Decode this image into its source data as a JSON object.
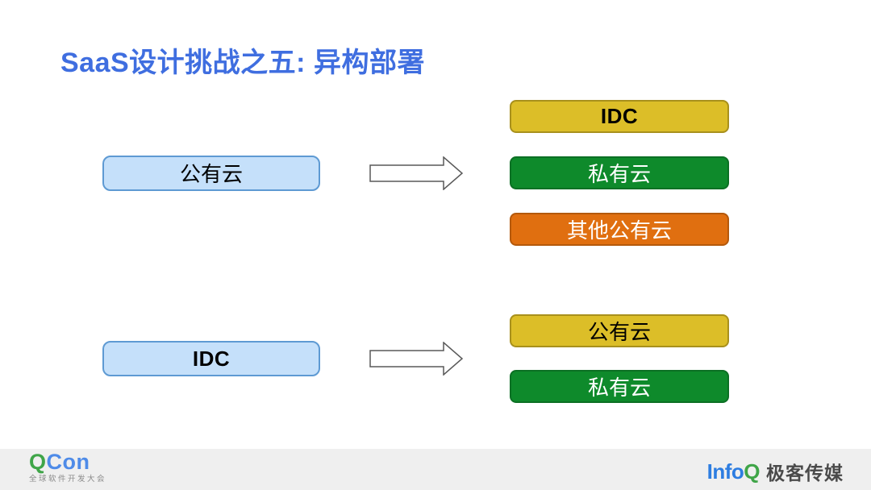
{
  "slide": {
    "title": "SaaS设计挑战之五: 异构部署",
    "title_color": "#3F6EE0",
    "background": "#FFFFFF"
  },
  "colors": {
    "source_fill": "#C5E0FA",
    "source_border": "#5E9AD3",
    "gold_fill": "#DCBE28",
    "gold_border": "#A8901C",
    "green_fill": "#0E8A2B",
    "green_border": "#0C7024",
    "orange_fill": "#E06F10",
    "orange_border": "#B4590C",
    "arrow_outline": "#595959",
    "arrow_fill": "#FFFFFF"
  },
  "groups": [
    {
      "source": {
        "label": "公有云",
        "bg": "#C5E0FA",
        "border": "#5E9AD3",
        "text_color": "#000000"
      },
      "arrow": "right-block-arrow",
      "targets": [
        {
          "label": "IDC",
          "bg": "#DCBE28",
          "border": "#A8901C",
          "text_color": "#000000"
        },
        {
          "label": "私有云",
          "bg": "#0E8A2B",
          "border": "#0C7024",
          "text_color": "#FFFFFF"
        },
        {
          "label": "其他公有云",
          "bg": "#E06F10",
          "border": "#B4590C",
          "text_color": "#FFFFFF"
        }
      ]
    },
    {
      "source": {
        "label": "IDC",
        "bg": "#C5E0FA",
        "border": "#5E9AD3",
        "text_color": "#000000"
      },
      "arrow": "right-block-arrow",
      "targets": [
        {
          "label": "公有云",
          "bg": "#DCBE28",
          "border": "#A8901C",
          "text_color": "#000000"
        },
        {
          "label": "私有云",
          "bg": "#0E8A2B",
          "border": "#0C7024",
          "text_color": "#FFFFFF"
        }
      ]
    }
  ],
  "footer": {
    "qcon": {
      "q": "Q",
      "con": "Con",
      "q_color": "#3FA548",
      "con_color": "#4E8BE8",
      "subtitle": "全球软件开发大会"
    },
    "infoq": {
      "info": "Info",
      "q": "Q",
      "info_color": "#2D7DE1",
      "q_color": "#3FA548",
      "brand": "极客传媒"
    }
  }
}
